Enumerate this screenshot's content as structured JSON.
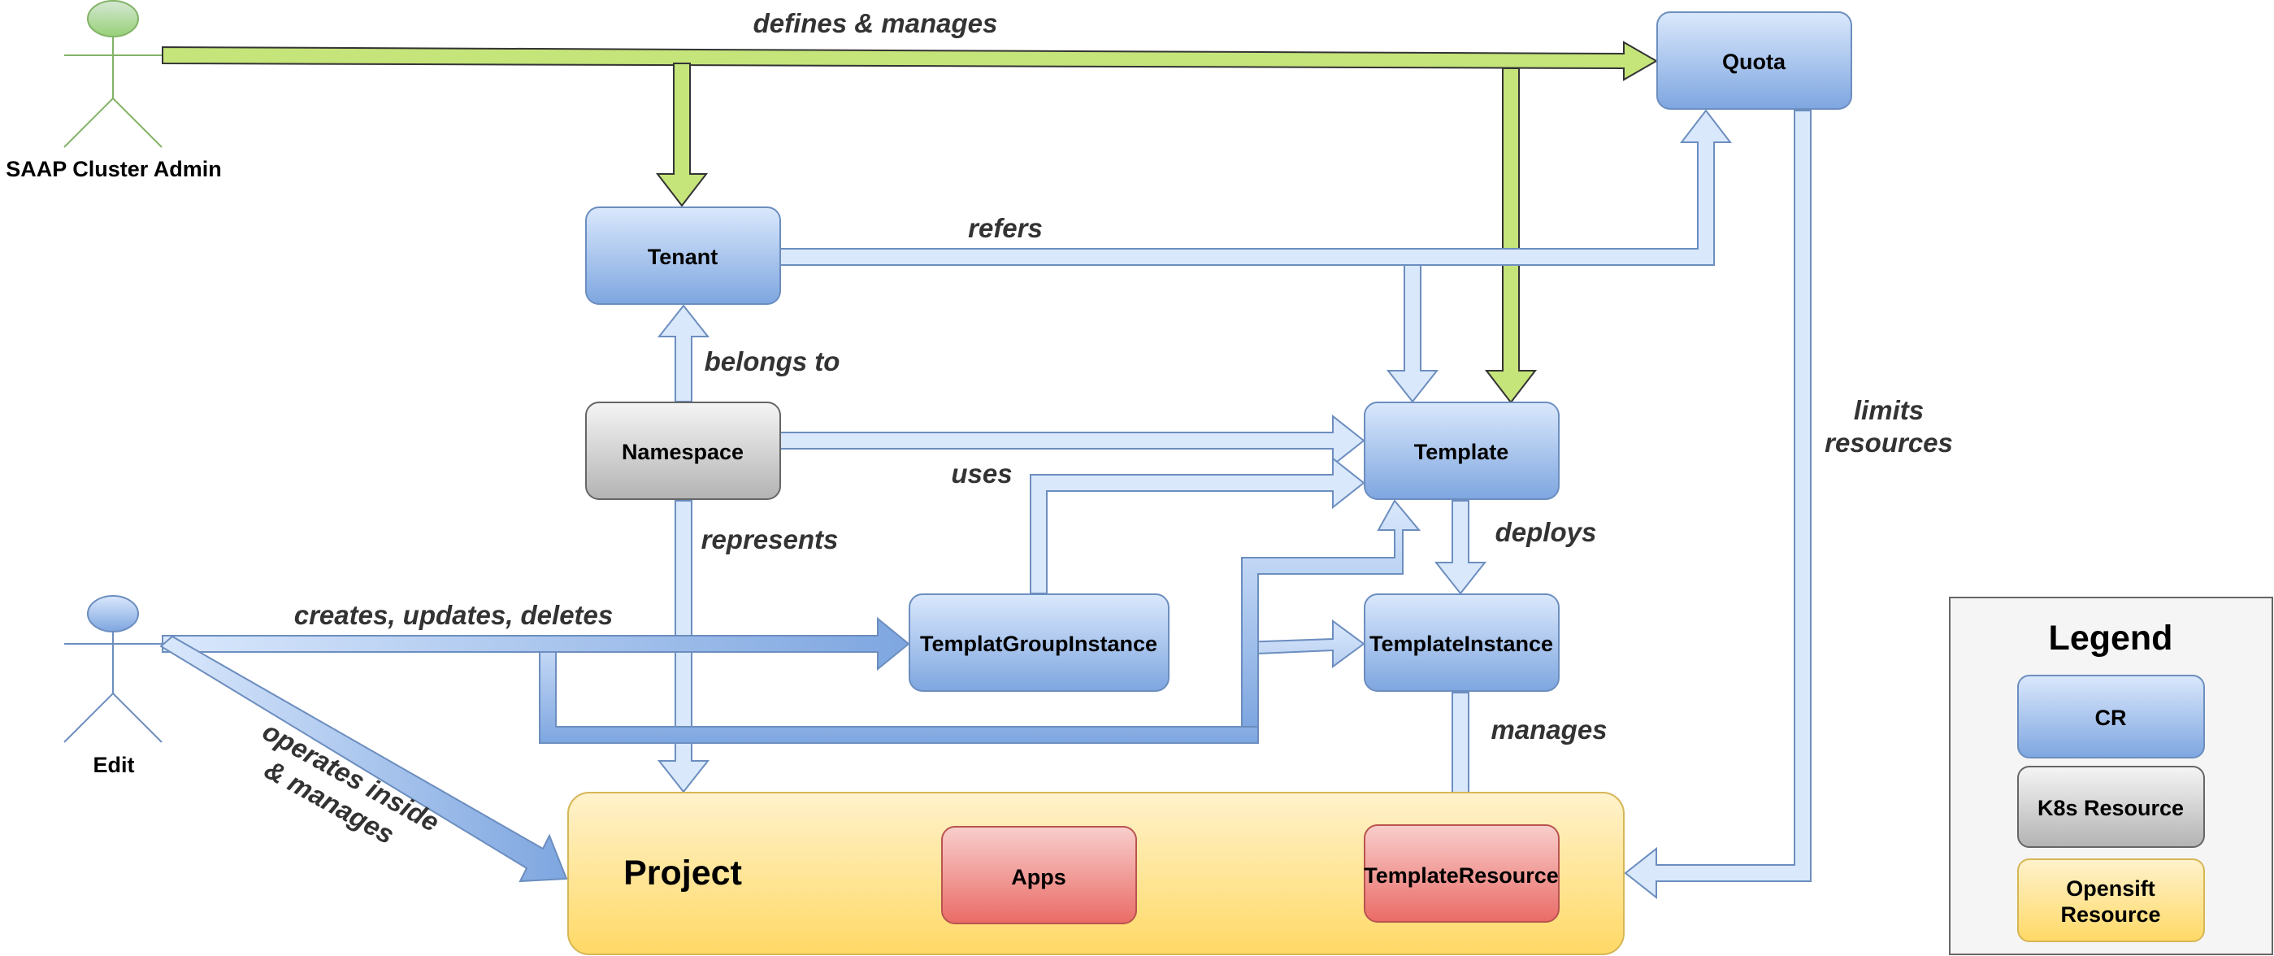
{
  "actors": {
    "admin": {
      "label": "SAAP Cluster Admin"
    },
    "edit": {
      "label": "Edit"
    }
  },
  "nodes": {
    "quota": "Quota",
    "tenant": "Tenant",
    "namespace": "Namespace",
    "template": "Template",
    "template_group_instance": "TemplatGroupInstance",
    "template_instance": "TemplateInstance",
    "project": "Project",
    "apps": "Apps",
    "template_resource": "TemplateResource"
  },
  "edges": {
    "defines_manages": "defines & manages",
    "refers": "refers",
    "belongs_to": "belongs to",
    "uses": "uses",
    "represents": "represents",
    "deploys": "deploys",
    "creates_updates_deletes": "creates, updates, deletes",
    "manages": "manages",
    "limits_line1": "limits",
    "limits_line2": "resources",
    "operates_line1": "operates inside",
    "operates_line2": "& manages"
  },
  "legend": {
    "title": "Legend",
    "items": [
      {
        "label": "CR"
      },
      {
        "label": "K8s Resource"
      },
      {
        "label_line1": "Opensift",
        "label_line2": "Resource"
      }
    ]
  },
  "colors": {
    "cr_blue_top": "#dae8fc",
    "cr_blue_bottom": "#7ea6e0",
    "k8s_gray_top": "#f5f5f5",
    "k8s_gray_bottom": "#b3b3b3",
    "openshift_yellow_top": "#fff2cc",
    "openshift_yellow_bottom": "#ffd966",
    "app_red_top": "#f8cecc",
    "app_red_bottom": "#ea6b66",
    "admin_green_arrow": "#c5e47a",
    "actor_admin_green": "#82b366",
    "actor_edit_blue": "#6c8ebf"
  }
}
